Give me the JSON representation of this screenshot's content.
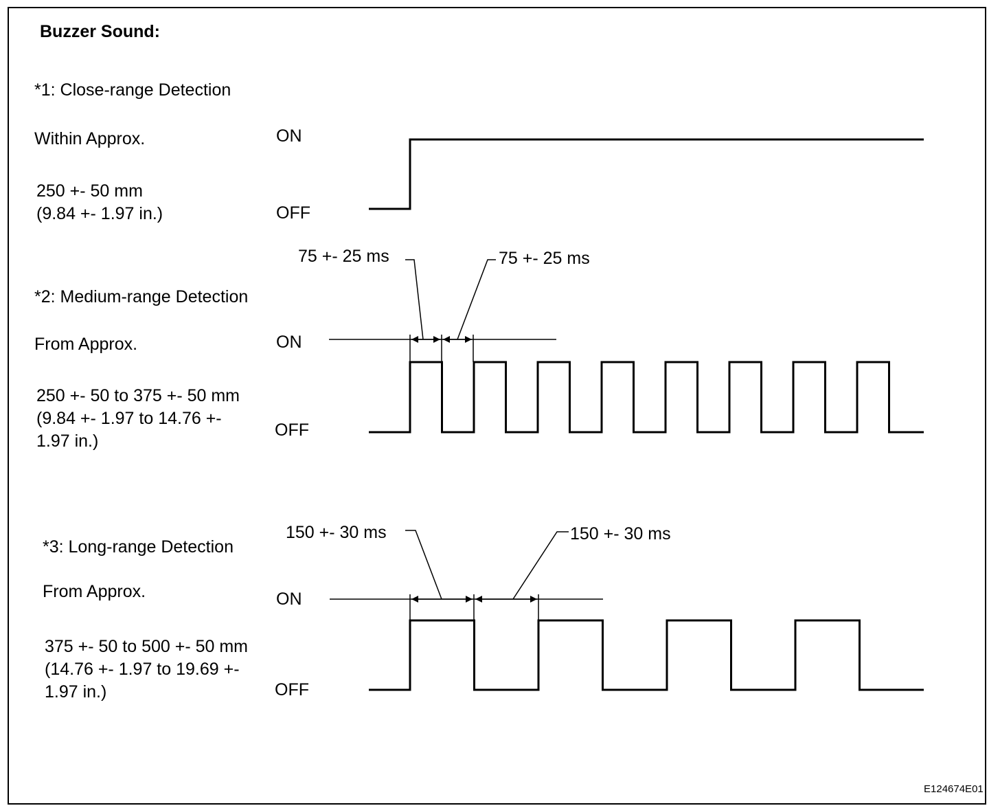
{
  "title": "Buzzer Sound:",
  "sections": [
    {
      "heading": "*1: Close-range Detection",
      "line1": "Within Approx.",
      "line2": "250 +- 50 mm",
      "line3": "(9.84 +- 1.97 in.)",
      "line4": "",
      "on_label": "ON",
      "off_label": "OFF",
      "pattern": "continuous-on"
    },
    {
      "heading": "*2: Medium-range Detection",
      "line1": "From Approx.",
      "line2": "250 +- 50 to 375 +- 50 mm",
      "line3": "(9.84 +- 1.97 to 14.76 +-",
      "line4": "1.97 in.)",
      "on_label": "ON",
      "off_label": "OFF",
      "on_time": "75 +- 25 ms",
      "off_time": "75 +- 25 ms",
      "pattern": "pulse",
      "pulse_count": 8
    },
    {
      "heading": "*3: Long-range Detection",
      "line1": "From Approx.",
      "line2": "375 +- 50 to 500 +- 50 mm",
      "line3": "(14.76 +- 1.97 to 19.69 +-",
      "line4": "1.97 in.)",
      "on_label": "ON",
      "off_label": "OFF",
      "on_time": "150 +- 30 ms",
      "off_time": "150 +- 30 ms",
      "pattern": "pulse",
      "pulse_count": 4
    }
  ],
  "figure_code": "E124674E01"
}
